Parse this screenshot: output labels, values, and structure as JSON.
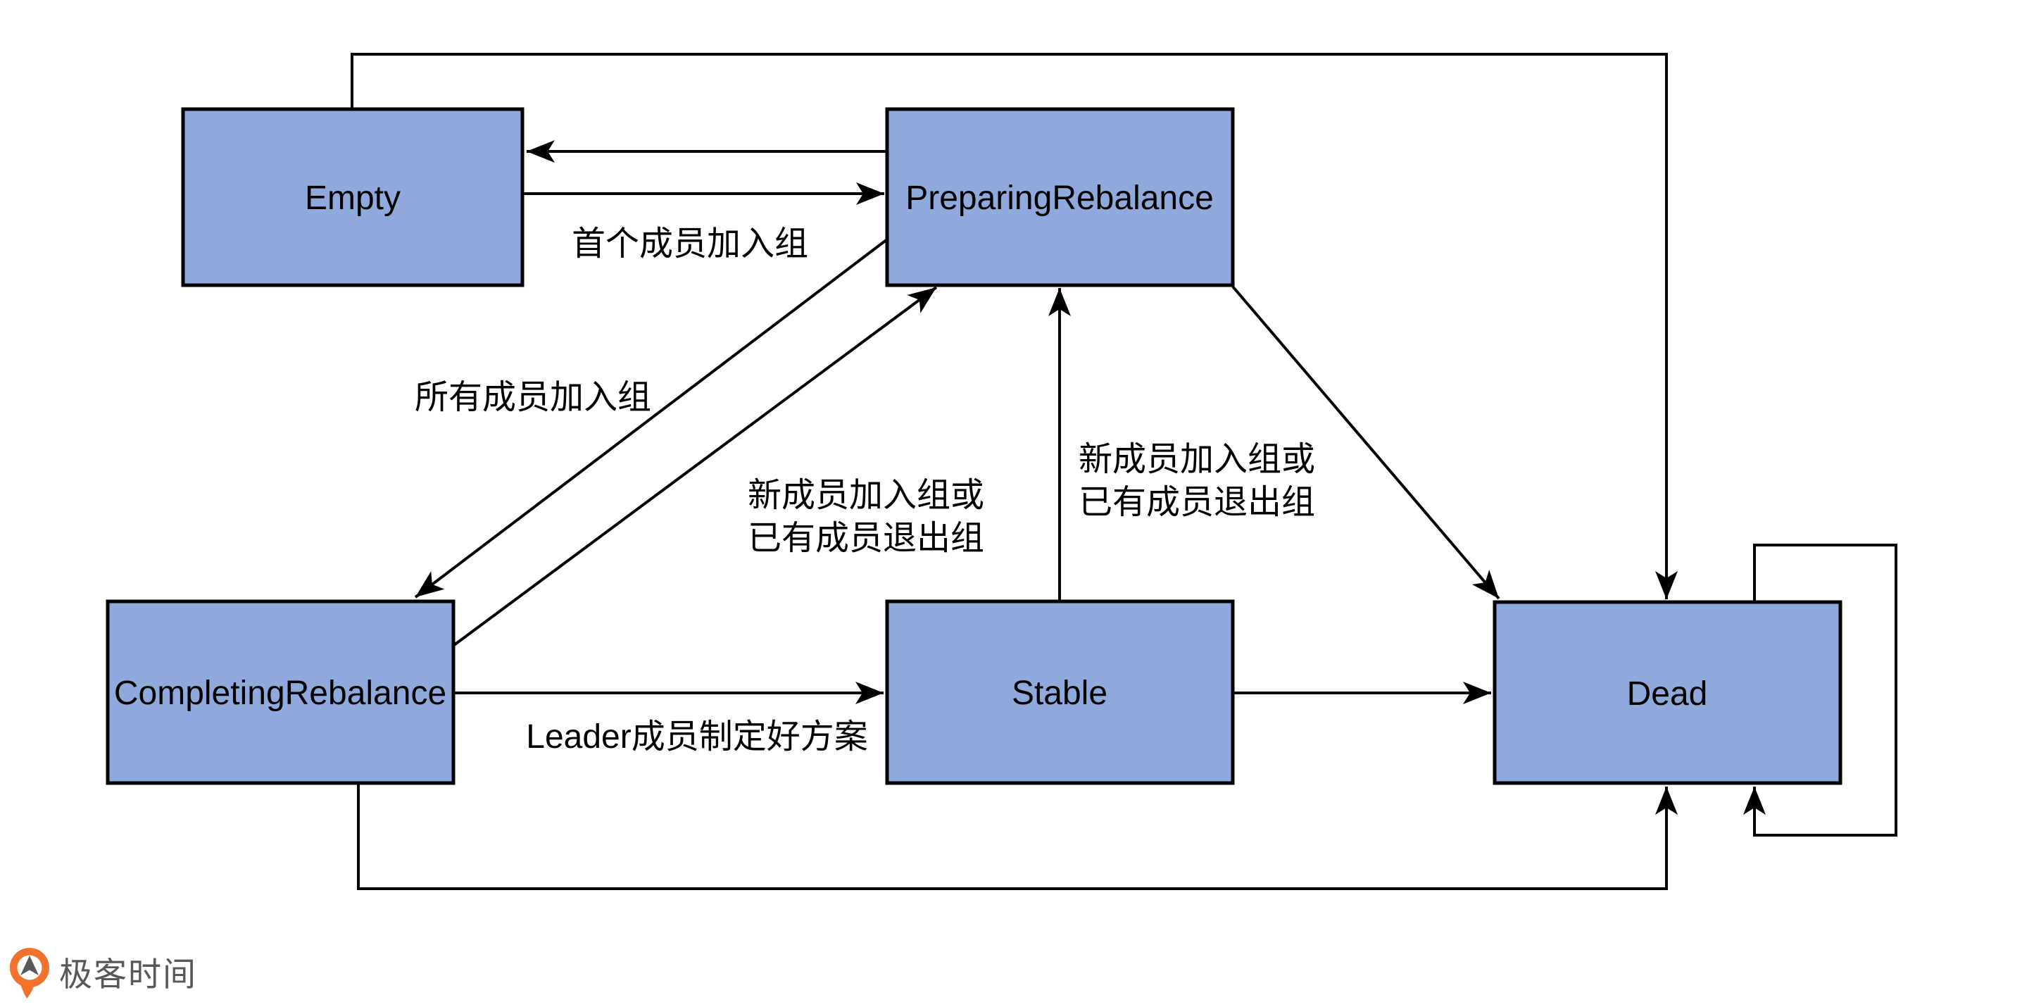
{
  "diagram": {
    "nodes": [
      {
        "id": "empty",
        "label": "Empty"
      },
      {
        "id": "preparing",
        "label": "PreparingRebalance"
      },
      {
        "id": "completing",
        "label": "CompletingRebalance"
      },
      {
        "id": "stable",
        "label": "Stable"
      },
      {
        "id": "dead",
        "label": "Dead"
      }
    ],
    "edge_labels": {
      "first_member_joins": "首个成员加入组",
      "all_members_joined": "所有成员加入组",
      "completing_to_preparing_line1": "新成员加入组或",
      "completing_to_preparing_line2": "已有成员退出组",
      "stable_to_preparing_line1": "新成员加入组或",
      "stable_to_preparing_line2": "已有成员退出组",
      "leader_made_plan": "Leader成员制定好方案"
    },
    "colors": {
      "node_fill": "#8FA9DC",
      "node_border": "#000000",
      "edge": "#000000",
      "logo_orange": "#F0722C",
      "logo_text": "#58585A"
    }
  },
  "footer": {
    "brand": "极客时间"
  }
}
